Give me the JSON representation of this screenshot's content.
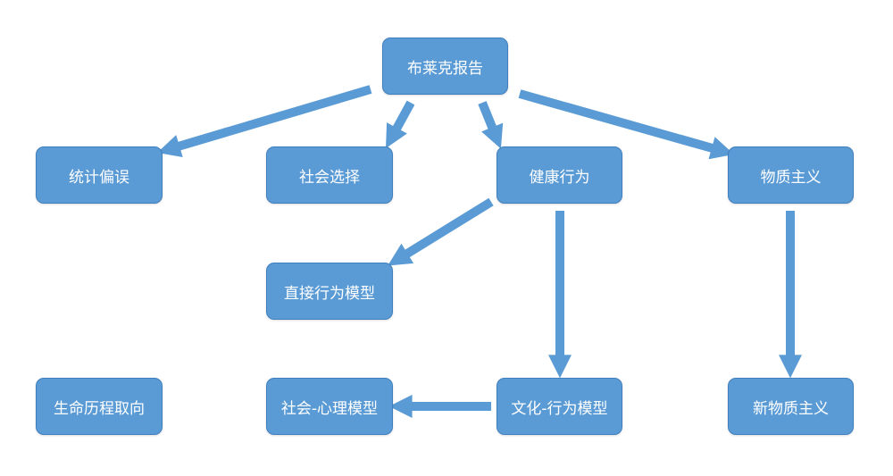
{
  "nodes": {
    "root": "布莱克报告",
    "statistical_bias": "统计偏误",
    "social_selection": "社会选择",
    "health_behavior": "健康行为",
    "materialism": "物质主义",
    "direct_behavior_model": "直接行为模型",
    "life_course": "生命历程取向",
    "social_psych_model": "社会-心理模型",
    "cultural_behavior_model": "文化-行为模型",
    "new_materialism": "新物质主义"
  },
  "edges": [
    {
      "from": "root",
      "to": "statistical_bias"
    },
    {
      "from": "root",
      "to": "social_selection"
    },
    {
      "from": "root",
      "to": "health_behavior"
    },
    {
      "from": "root",
      "to": "materialism"
    },
    {
      "from": "health_behavior",
      "to": "direct_behavior_model"
    },
    {
      "from": "health_behavior",
      "to": "cultural_behavior_model"
    },
    {
      "from": "materialism",
      "to": "new_materialism"
    },
    {
      "from": "cultural_behavior_model",
      "to": "social_psych_model"
    }
  ],
  "colors": {
    "node_fill": "#5b9bd5",
    "arrow": "#5b9bd5",
    "text": "#ffffff"
  }
}
